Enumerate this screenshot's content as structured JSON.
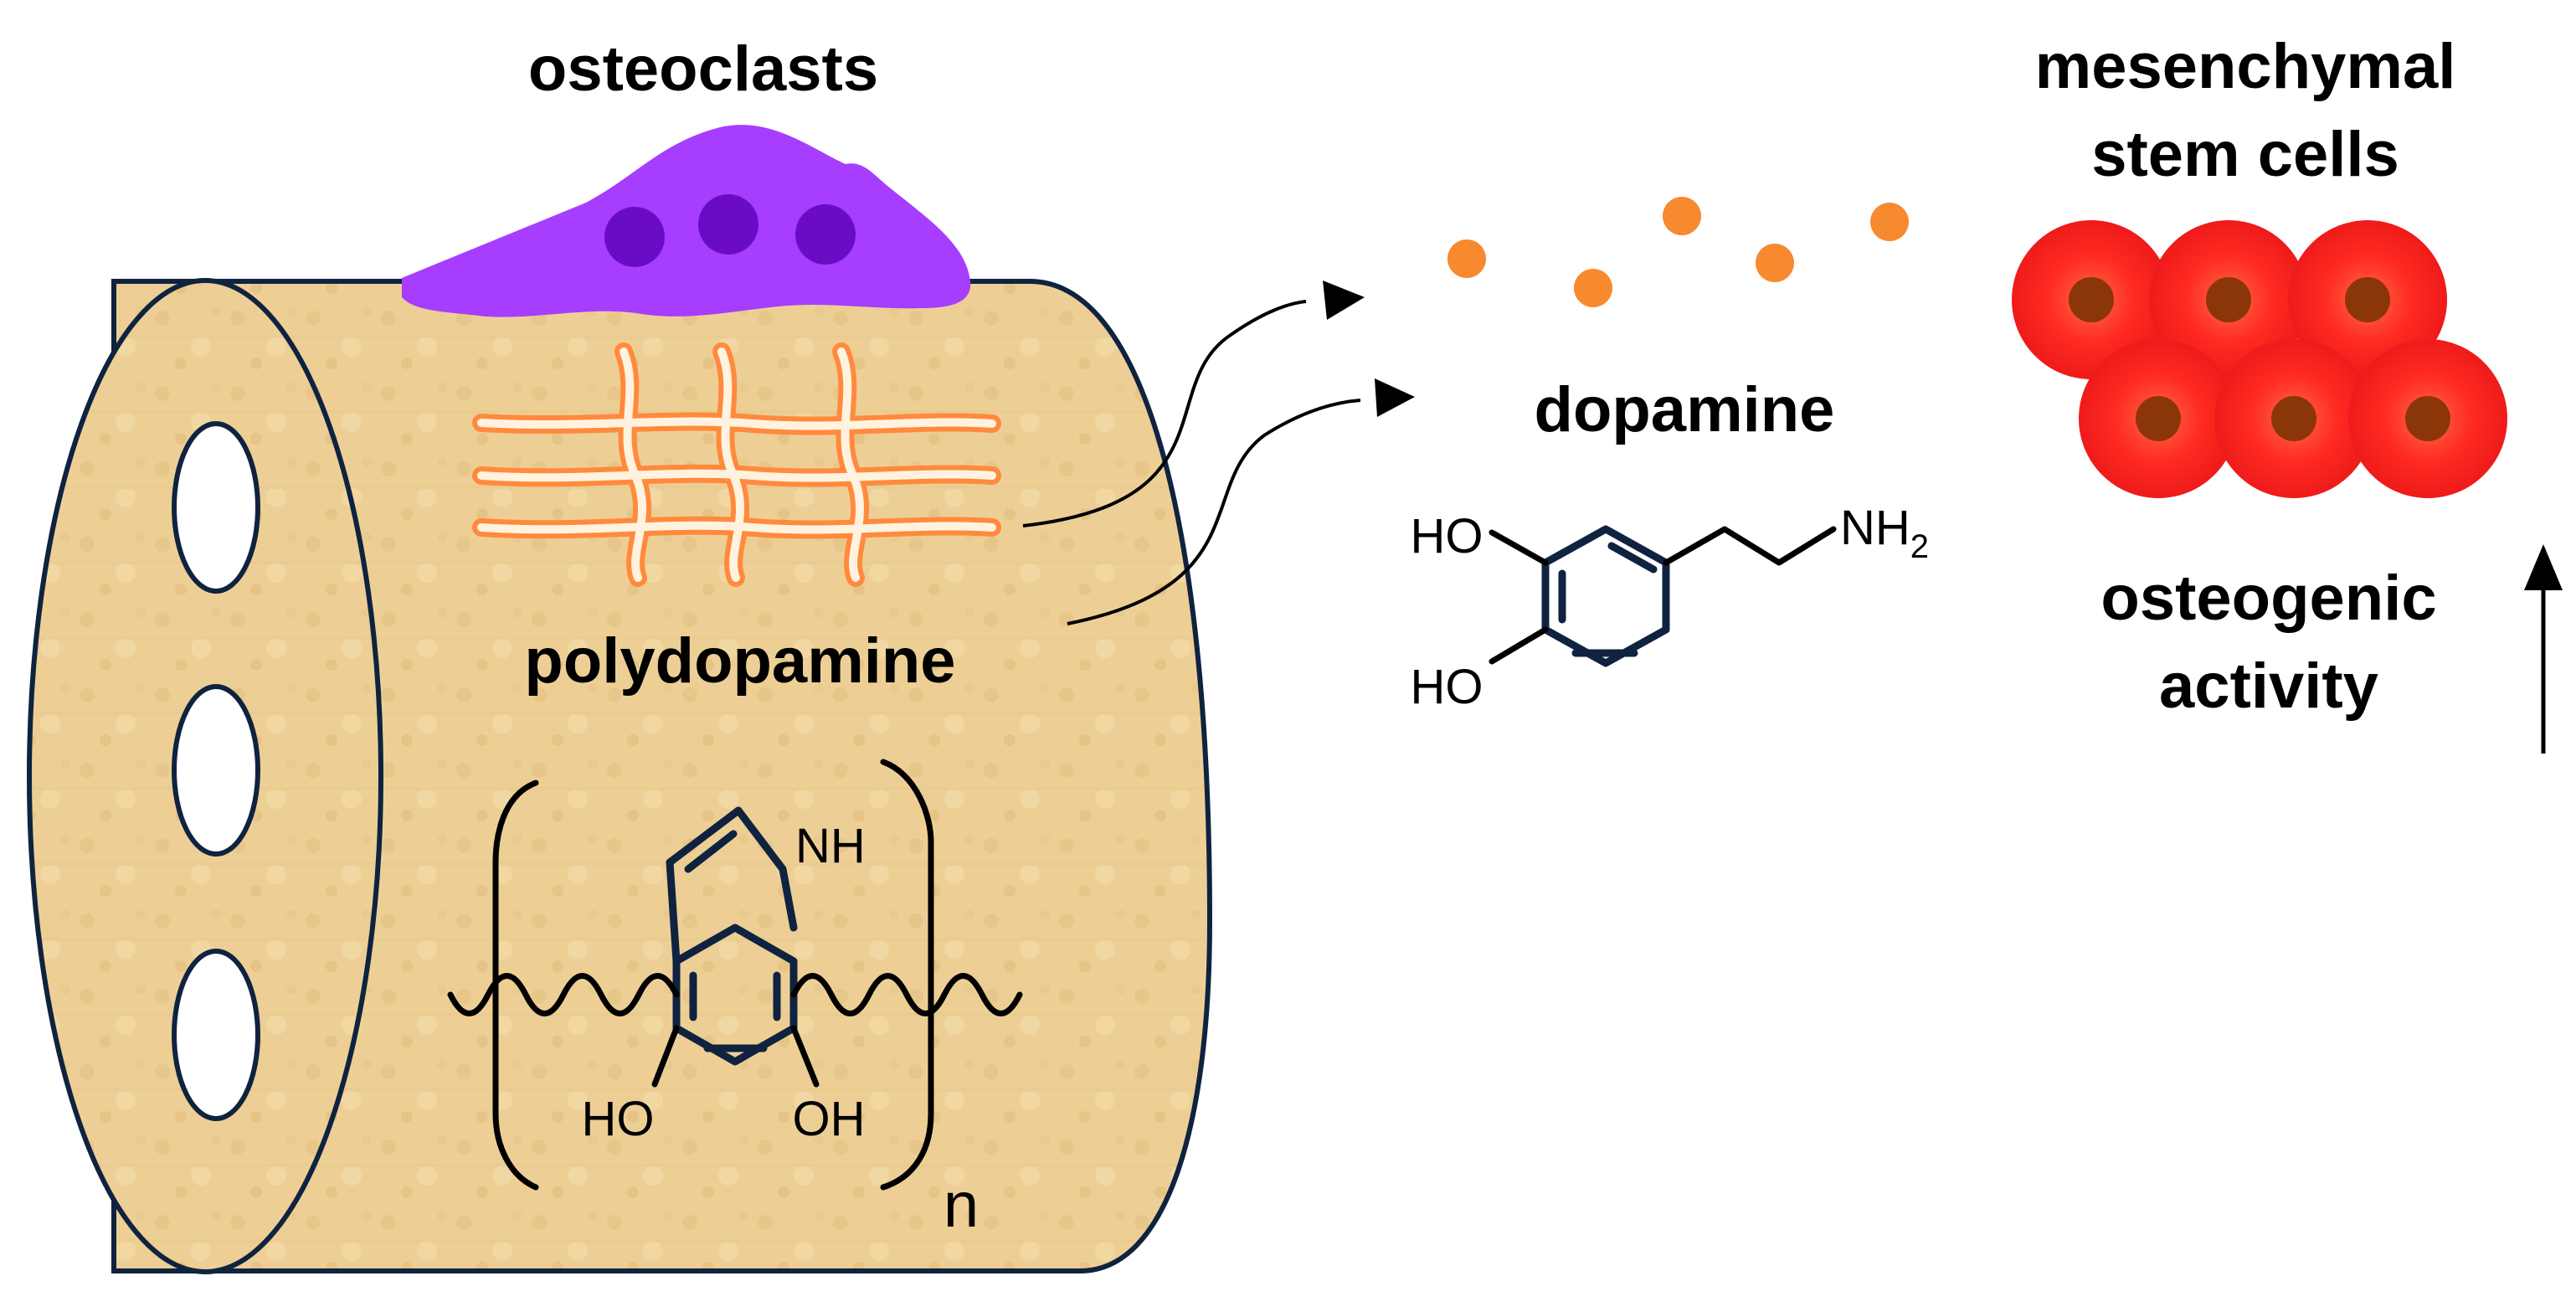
{
  "labels": {
    "osteoclasts": "osteoclasts",
    "polydopamine": "polydopamine",
    "dopamine": "dopamine",
    "msc_line1": "mesenchymal",
    "msc_line2": "stem cells",
    "osteo_line1": "osteogenic",
    "osteo_line2": "activity"
  },
  "polydopamine_structure": {
    "nh": "NH",
    "ho": "HO",
    "oh": "OH",
    "repeat": "n"
  },
  "dopamine_structure": {
    "ho_top": "HO",
    "ho_bottom": "HO",
    "nh": "NH",
    "nh_sub": "2"
  },
  "colors": {
    "scaffold_fill": "#edcf96",
    "scaffold_stroke": "#0f2340",
    "osteoclast": "#a63dff",
    "osteoclast_nucleus": "#6a0cc4",
    "fiber": "#ff8a3d",
    "dopamine_dot": "#f7892f",
    "cell": "#ee1b1b",
    "cell_nucleus": "#8b3608"
  },
  "icons": [
    "scaffold-cylinder",
    "osteoclast-cell",
    "collagen-fibers",
    "mesenchymal-stem-cells",
    "up-arrow-icon",
    "release-arrow-icon"
  ]
}
